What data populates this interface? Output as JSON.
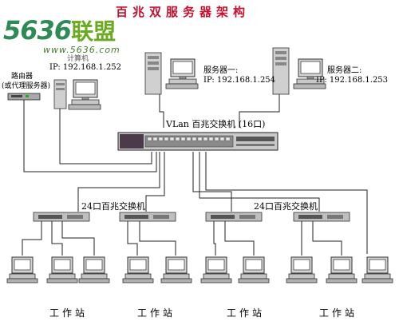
{
  "title": "百兆双服务器架构",
  "logo": {
    "brand": "5636",
    "brand_cn": "联盟",
    "url": "www.5636.com"
  },
  "nodes": {
    "router_label": "路由器",
    "router_sublabel": "(或代理服务器)",
    "pc_label": "计算机",
    "pc_ip": "IP: 192.168.1.252",
    "server1_label": "服务器一:",
    "server1_ip": "IP: 192.168.1.254",
    "server2_label": "服务器二:",
    "server2_ip": "IP: 192.168.1.253",
    "core_switch_label": "VLan 百兆交换机 (16口)",
    "switch_a_label": "24口百兆交换机",
    "switch_b_label": "24口百兆交换机"
  },
  "workstation_groups": [
    "工作站",
    "工作站",
    "工作站",
    "工作站"
  ],
  "colors": {
    "title": "#c8102e",
    "logo_green": "#2e8b57",
    "logo_light_green": "#6aaa1e",
    "device_gray": "#c0c0c0",
    "switch_dark": "#4a3a4a"
  }
}
